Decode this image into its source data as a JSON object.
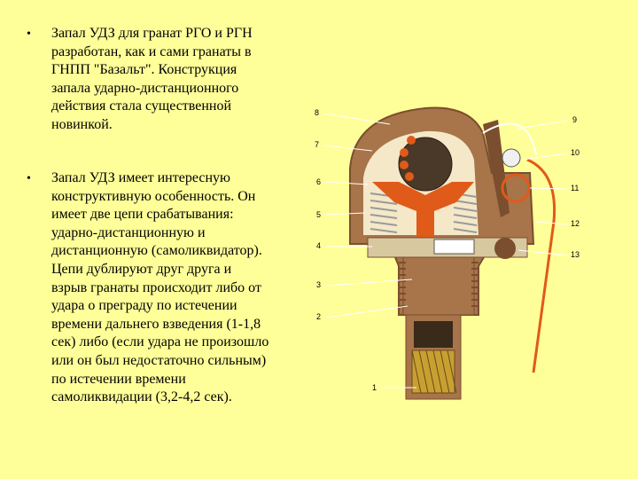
{
  "slide": {
    "bullets": [
      {
        "symbol": "•",
        "text": "Запал УДЗ для гранат РГО и РГН\nразработан, как и сами гранаты в\nГНПП \"Базальт\". Конструкция\nзапала ударно-дистанционного\nдействия стала существенной\nновинкой."
      },
      {
        "symbol": "•",
        "text": "Запал УДЗ имеет интересную\nконструктивную особенность. Он\nимеет две цепи срабатывания:\nударно-дистанционную и\nдистанционную (самоликвидатор).\nЦепи дублируют друг друга и\nвзрыв гранаты происходит либо от\nудара о преграду по истечении\nвремени дальнего взведения (1-1,8\nсек) либо (если удара не произошло\nили он был недостаточно сильным)\nпо истечении времени\nсамоликвидации (3,2-4,2 сек)."
      }
    ]
  },
  "figure": {
    "callouts": {
      "n1": "1",
      "n2": "2",
      "n3": "3",
      "n4": "4",
      "n5": "5",
      "n6": "6",
      "n7": "7",
      "n8": "8",
      "n9": "9",
      "n10": "10",
      "n11": "11",
      "n12": "12",
      "n13": "13"
    },
    "colors": {
      "housing": "#a8744a",
      "housing_dark": "#7a4e2e",
      "slider": "#e05a1a",
      "ball": "#4a3828",
      "spring": "#9a9a9a",
      "detonator": "#c8a030",
      "lead_line": "#ffffff"
    }
  }
}
